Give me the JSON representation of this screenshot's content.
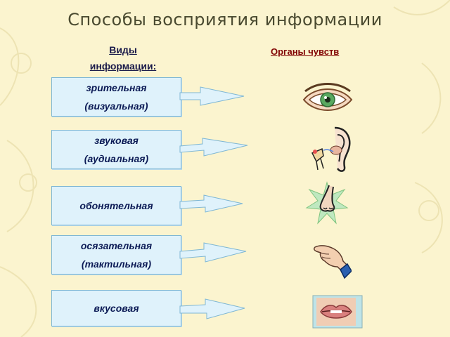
{
  "title": "Способы восприятия информации",
  "left_header": [
    "Виды",
    "информации:"
  ],
  "right_header": "Органы чувств",
  "rows": [
    {
      "lines": [
        "зрительная",
        "(визуальная)"
      ],
      "organ": "eye-icon"
    },
    {
      "lines": [
        "звуковая",
        "(аудиальная)"
      ],
      "organ": "ear-icon"
    },
    {
      "lines": [
        "обонятельная"
      ],
      "organ": "nose-icon"
    },
    {
      "lines": [
        "осязательная",
        "(тактильная)"
      ],
      "organ": "hand-icon"
    },
    {
      "lines": [
        "вкусовая"
      ],
      "organ": "mouth-icon"
    }
  ],
  "colors": {
    "background": "#fbf4cf",
    "box_fill": "#dff2fb",
    "box_border": "#7fb7d4",
    "arrow_fill": "#dff2fb",
    "header_right": "#800000"
  }
}
